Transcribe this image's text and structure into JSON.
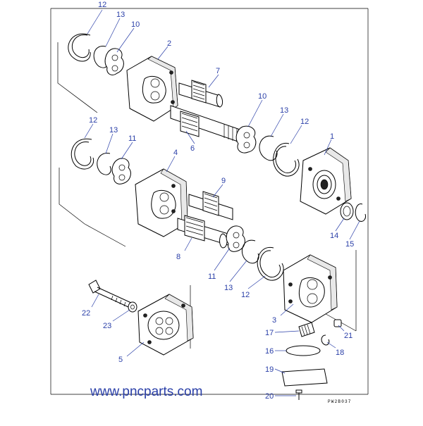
{
  "diagram": {
    "watermark": "www.pncparts.com",
    "figure_code": "PW2B037",
    "callouts": [
      {
        "id": "c12a",
        "text": "12"
      },
      {
        "id": "c13a",
        "text": "13"
      },
      {
        "id": "c10a",
        "text": "10"
      },
      {
        "id": "c2",
        "text": "2"
      },
      {
        "id": "c7",
        "text": "7"
      },
      {
        "id": "c10b",
        "text": "10"
      },
      {
        "id": "c13b",
        "text": "13"
      },
      {
        "id": "c12b",
        "text": "12"
      },
      {
        "id": "c6",
        "text": "6"
      },
      {
        "id": "c1",
        "text": "1"
      },
      {
        "id": "c12c",
        "text": "12"
      },
      {
        "id": "c13c",
        "text": "13"
      },
      {
        "id": "c11a",
        "text": "11"
      },
      {
        "id": "c4",
        "text": "4"
      },
      {
        "id": "c9",
        "text": "9"
      },
      {
        "id": "c14",
        "text": "14"
      },
      {
        "id": "c15",
        "text": "15"
      },
      {
        "id": "c8",
        "text": "8"
      },
      {
        "id": "c11b",
        "text": "11"
      },
      {
        "id": "c13d",
        "text": "13"
      },
      {
        "id": "c12d",
        "text": "12"
      },
      {
        "id": "c22",
        "text": "22"
      },
      {
        "id": "c23",
        "text": "23"
      },
      {
        "id": "c3",
        "text": "3"
      },
      {
        "id": "c21",
        "text": "21"
      },
      {
        "id": "c17",
        "text": "17"
      },
      {
        "id": "c18",
        "text": "18"
      },
      {
        "id": "c16",
        "text": "16"
      },
      {
        "id": "c5",
        "text": "5"
      },
      {
        "id": "c19",
        "text": "19"
      },
      {
        "id": "c20",
        "text": "20"
      }
    ]
  }
}
